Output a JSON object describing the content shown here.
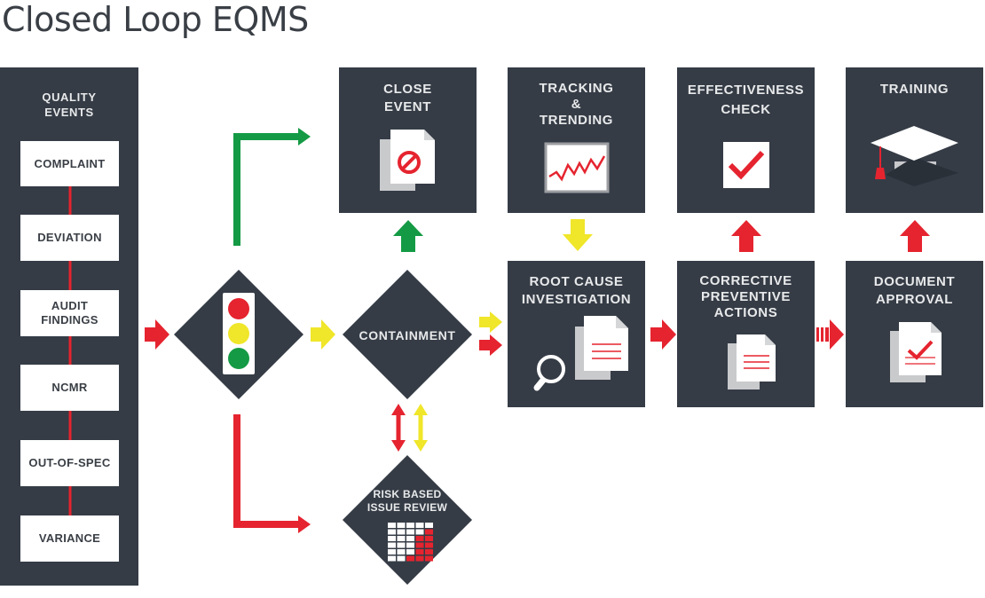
{
  "title": "Closed Loop EQMS",
  "quality_events": {
    "heading_line1": "QUALITY",
    "heading_line2": "EVENTS",
    "items": [
      "COMPLAINT",
      "DEVIATION",
      "AUDIT FINDINGS",
      "NCMR",
      "OUT-OF-SPEC",
      "VARIANCE"
    ]
  },
  "nodes": {
    "close_event": {
      "line1": "CLOSE",
      "line2": "EVENT"
    },
    "tracking": {
      "line1": "TRACKING",
      "line2": "&",
      "line3": "TRENDING"
    },
    "effectiveness": {
      "line1": "EFFECTIVENESS",
      "line2": "CHECK"
    },
    "training": {
      "line1": "TRAINING"
    },
    "root_cause": {
      "line1": "ROOT CAUSE",
      "line2": "INVESTIGATION"
    },
    "corrective": {
      "line1": "CORRECTIVE",
      "line2": "PREVENTIVE",
      "line3": "ACTIONS"
    },
    "document": {
      "line1": "DOCUMENT",
      "line2": "APPROVAL"
    },
    "containment": {
      "line1": "CONTAINMENT"
    },
    "risk": {
      "line1": "RISK BASED",
      "line2": "ISSUE REVIEW"
    }
  },
  "colors": {
    "panel": "#353c46",
    "red": "#e5242f",
    "yellow": "#f0e62a",
    "green": "#149a44"
  }
}
